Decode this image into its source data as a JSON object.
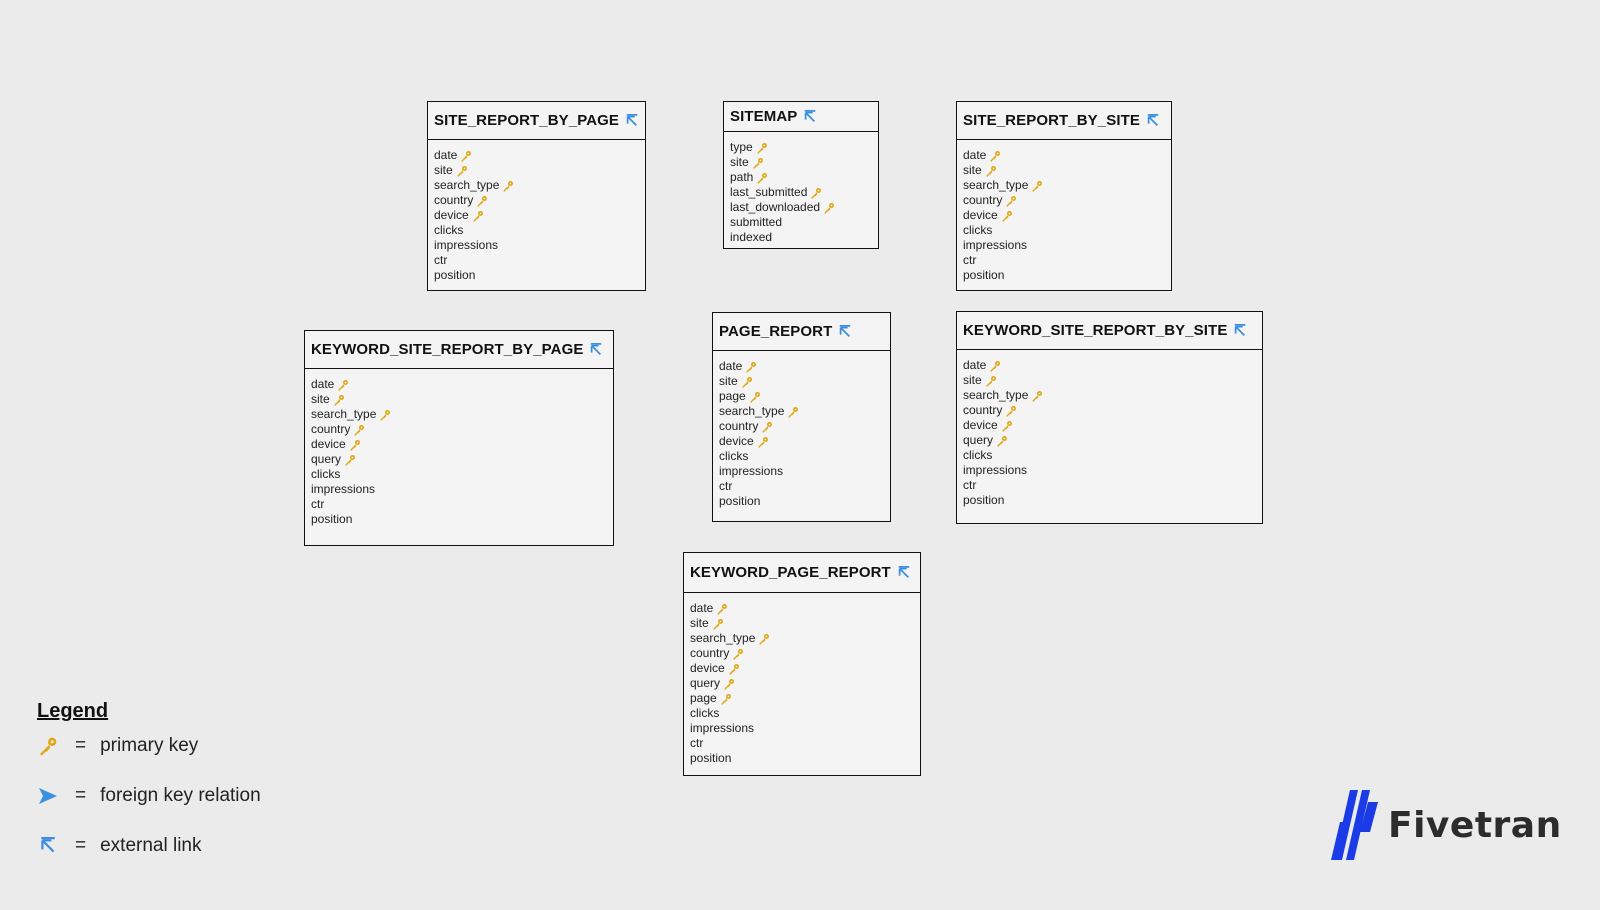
{
  "colors": {
    "background": "#ebebeb",
    "key": "#e0a812",
    "link": "#3b8fe0",
    "brand": "#1a3be6"
  },
  "tables": [
    {
      "name": "SITE_REPORT_BY_PAGE",
      "fields": [
        {
          "name": "date",
          "pk": true
        },
        {
          "name": "site",
          "pk": true
        },
        {
          "name": "search_type",
          "pk": true
        },
        {
          "name": "country",
          "pk": true
        },
        {
          "name": "device",
          "pk": true
        },
        {
          "name": "clicks",
          "pk": false
        },
        {
          "name": "impressions",
          "pk": false
        },
        {
          "name": "ctr",
          "pk": false
        },
        {
          "name": "position",
          "pk": false
        }
      ]
    },
    {
      "name": "SITEMAP",
      "fields": [
        {
          "name": "type",
          "pk": true
        },
        {
          "name": "site",
          "pk": true
        },
        {
          "name": "path",
          "pk": true
        },
        {
          "name": "last_submitted",
          "pk": true
        },
        {
          "name": "last_downloaded",
          "pk": true
        },
        {
          "name": "submitted",
          "pk": false
        },
        {
          "name": "indexed",
          "pk": false
        }
      ]
    },
    {
      "name": "SITE_REPORT_BY_SITE",
      "fields": [
        {
          "name": "date",
          "pk": true
        },
        {
          "name": "site",
          "pk": true
        },
        {
          "name": "search_type",
          "pk": true
        },
        {
          "name": "country",
          "pk": true
        },
        {
          "name": "device",
          "pk": true
        },
        {
          "name": "clicks",
          "pk": false
        },
        {
          "name": "impressions",
          "pk": false
        },
        {
          "name": "ctr",
          "pk": false
        },
        {
          "name": "position",
          "pk": false
        }
      ]
    },
    {
      "name": "KEYWORD_SITE_REPORT_BY_PAGE",
      "fields": [
        {
          "name": "date",
          "pk": true
        },
        {
          "name": "site",
          "pk": true
        },
        {
          "name": "search_type",
          "pk": true
        },
        {
          "name": "country",
          "pk": true
        },
        {
          "name": "device",
          "pk": true
        },
        {
          "name": "query",
          "pk": true
        },
        {
          "name": "clicks",
          "pk": false
        },
        {
          "name": "impressions",
          "pk": false
        },
        {
          "name": "ctr",
          "pk": false
        },
        {
          "name": "position",
          "pk": false
        }
      ]
    },
    {
      "name": "PAGE_REPORT",
      "fields": [
        {
          "name": "date",
          "pk": true
        },
        {
          "name": "site",
          "pk": true
        },
        {
          "name": "page",
          "pk": true
        },
        {
          "name": "search_type",
          "pk": true
        },
        {
          "name": "country",
          "pk": true
        },
        {
          "name": "device",
          "pk": true
        },
        {
          "name": "clicks",
          "pk": false
        },
        {
          "name": "impressions",
          "pk": false
        },
        {
          "name": "ctr",
          "pk": false
        },
        {
          "name": "position",
          "pk": false
        }
      ]
    },
    {
      "name": "KEYWORD_SITE_REPORT_BY_SITE",
      "fields": [
        {
          "name": "date",
          "pk": true
        },
        {
          "name": "site",
          "pk": true
        },
        {
          "name": "search_type",
          "pk": true
        },
        {
          "name": "country",
          "pk": true
        },
        {
          "name": "device",
          "pk": true
        },
        {
          "name": "query",
          "pk": true
        },
        {
          "name": "clicks",
          "pk": false
        },
        {
          "name": "impressions",
          "pk": false
        },
        {
          "name": "ctr",
          "pk": false
        },
        {
          "name": "position",
          "pk": false
        }
      ]
    },
    {
      "name": "KEYWORD_PAGE_REPORT",
      "fields": [
        {
          "name": "date",
          "pk": true
        },
        {
          "name": "site",
          "pk": true
        },
        {
          "name": "search_type",
          "pk": true
        },
        {
          "name": "country",
          "pk": true
        },
        {
          "name": "device",
          "pk": true
        },
        {
          "name": "query",
          "pk": true
        },
        {
          "name": "page",
          "pk": true
        },
        {
          "name": "clicks",
          "pk": false
        },
        {
          "name": "impressions",
          "pk": false
        },
        {
          "name": "ctr",
          "pk": false
        },
        {
          "name": "position",
          "pk": false
        }
      ]
    }
  ],
  "legend": {
    "title": "Legend",
    "items": [
      {
        "icon": "key-icon",
        "eq": "=",
        "label": "primary key"
      },
      {
        "icon": "arrow-icon",
        "eq": "=",
        "label": "foreign key relation"
      },
      {
        "icon": "external-link-icon",
        "eq": "=",
        "label": "external link"
      }
    ]
  },
  "logo": {
    "text": "Fivetran"
  }
}
